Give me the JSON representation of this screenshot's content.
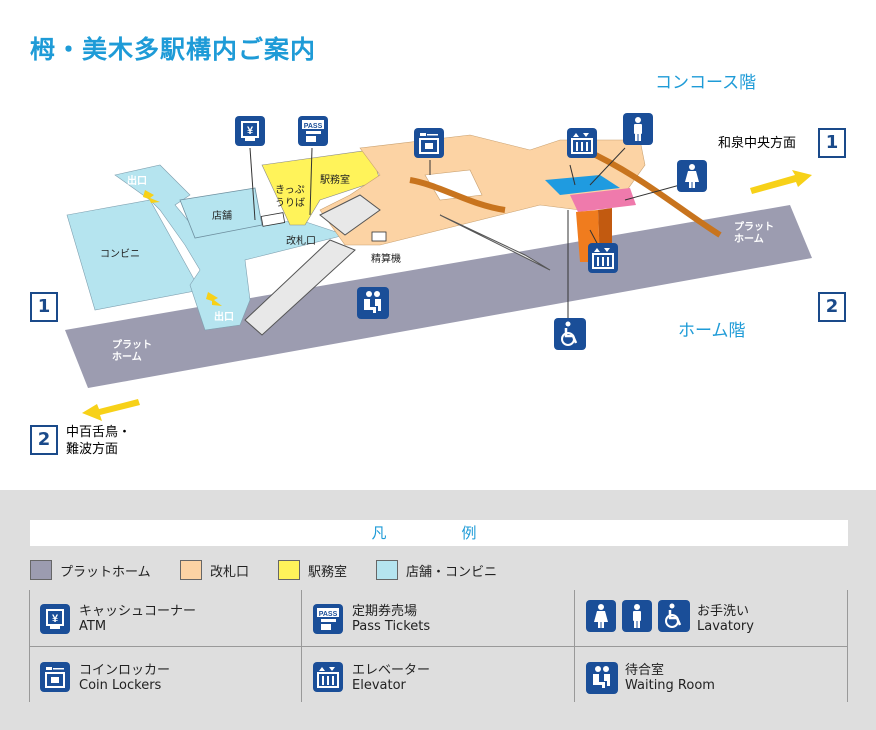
{
  "title": "栂・美木多駅構内ご案内",
  "levels": {
    "concourse": "コンコース階",
    "platform": "ホーム階"
  },
  "directions": {
    "d1": {
      "num": "1",
      "label": "和泉中央方面"
    },
    "d2": {
      "num": "2",
      "label_line1": "中百舌鳥・",
      "label_line2": "難波方面"
    }
  },
  "map_labels": {
    "exit_top": "出口",
    "exit_bottom": "出口",
    "shop": "店舗",
    "convenience": "コンビニ",
    "ticket_line1": "きっぷ",
    "ticket_line2": "うりば",
    "station_office": "駅務室",
    "gate": "改札口",
    "fare_adjust": "精算機",
    "platform_left_1": "プラット",
    "platform_left_2": "ホーム",
    "platform_right_1": "プラット",
    "platform_right_2": "ホーム"
  },
  "legend": {
    "title": "凡　例",
    "swatches": [
      {
        "label": "プラットホーム",
        "color": "#9c9cb0"
      },
      {
        "label": "改札口",
        "color": "#fcd3a4"
      },
      {
        "label": "駅務室",
        "color": "#fff35a"
      },
      {
        "label": "店舗・コンビニ",
        "color": "#b5e4ef"
      }
    ],
    "items": {
      "atm": {
        "jp": "キャッシュコーナー",
        "en": "ATM"
      },
      "pass": {
        "jp": "定期券売場",
        "en": "Pass Tickets"
      },
      "lavatory": {
        "jp": "お手洗い",
        "en": "Lavatory"
      },
      "lockers": {
        "jp": "コインロッカー",
        "en": "Coin Lockers"
      },
      "elevator": {
        "jp": "エレベーター",
        "en": "Elevator"
      },
      "waiting": {
        "jp": "待合室",
        "en": "Waiting Room"
      }
    }
  },
  "icon_text": {
    "pass": "PASS",
    "yen": "¥"
  },
  "colors": {
    "accent": "#1e9bd7",
    "icon_blue": "#1a4e98",
    "platform": "#9c9cb0",
    "gate": "#fcd3a4",
    "office": "#fff35a",
    "shop": "#b5e4ef",
    "arrow": "#f7d118",
    "elevator": "#f07c1e",
    "lav_male": "#1f9be0",
    "lav_female": "#ef7aac"
  }
}
